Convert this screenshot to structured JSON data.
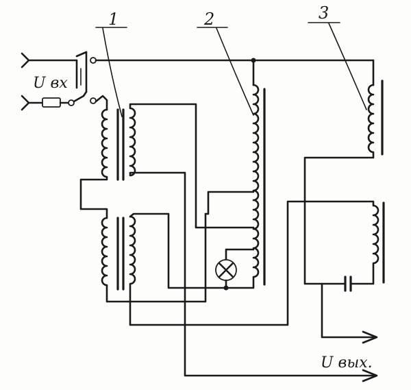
{
  "labels": {
    "tag_1": "1",
    "tag_2": "2",
    "tag_3": "3",
    "input_voltage": "U вх",
    "output_voltage": "U вых."
  },
  "components": [
    {
      "name": "transformer",
      "tag": "1"
    },
    {
      "name": "transformer",
      "tag": "2"
    },
    {
      "name": "transformer",
      "tag": "3"
    },
    {
      "name": "indicator-lamp"
    },
    {
      "name": "resistor"
    },
    {
      "name": "capacitor"
    },
    {
      "name": "switch"
    }
  ],
  "colors": {
    "ink": "#1a1a1a",
    "paper": "#fdfdfb"
  }
}
